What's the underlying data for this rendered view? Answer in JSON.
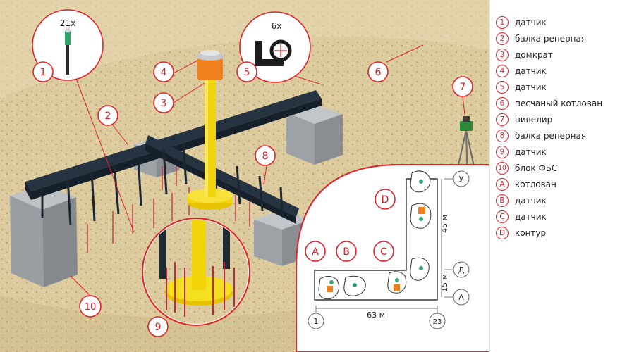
{
  "callouts": {
    "c1": "1",
    "c2": "2",
    "c3": "3",
    "c4": "4",
    "c5": "5",
    "c6": "6",
    "c7": "7",
    "c8": "8",
    "c9": "9",
    "c10": "10"
  },
  "zoom": {
    "sensor_count": "21x",
    "sensor2_count": "6x"
  },
  "plan": {
    "markers": {
      "a": "A",
      "b": "B",
      "c": "C",
      "d": "D"
    },
    "axes": {
      "left": "1",
      "right": "23",
      "top": "У",
      "middle": "Д",
      "bottom": "А"
    },
    "dims": {
      "width": "63 м",
      "height_long": "45 м",
      "height_short": "15 м"
    }
  },
  "legend": [
    {
      "key": "1",
      "label": "датчик"
    },
    {
      "key": "2",
      "label": "балка реперная"
    },
    {
      "key": "3",
      "label": "домкрат"
    },
    {
      "key": "4",
      "label": "датчик"
    },
    {
      "key": "5",
      "label": "датчик"
    },
    {
      "key": "6",
      "label": "песчаный котлован"
    },
    {
      "key": "7",
      "label": "нивелир"
    },
    {
      "key": "8",
      "label": "балка реперная"
    },
    {
      "key": "9",
      "label": "датчик"
    },
    {
      "key": "10",
      "label": "блок ФБС"
    },
    {
      "key": "A",
      "label": "котлован"
    },
    {
      "key": "B",
      "label": "датчик"
    },
    {
      "key": "C",
      "label": "датчик"
    },
    {
      "key": "D",
      "label": "контур"
    }
  ],
  "colors": {
    "accent": "#e0232a",
    "sand": "#d9c79a",
    "beam": "#1f2b36",
    "jack": "#f5d90a",
    "concrete": "#a3a7ab",
    "sensor_orange": "#f07f1e",
    "sensor_green": "#2fa56d"
  }
}
